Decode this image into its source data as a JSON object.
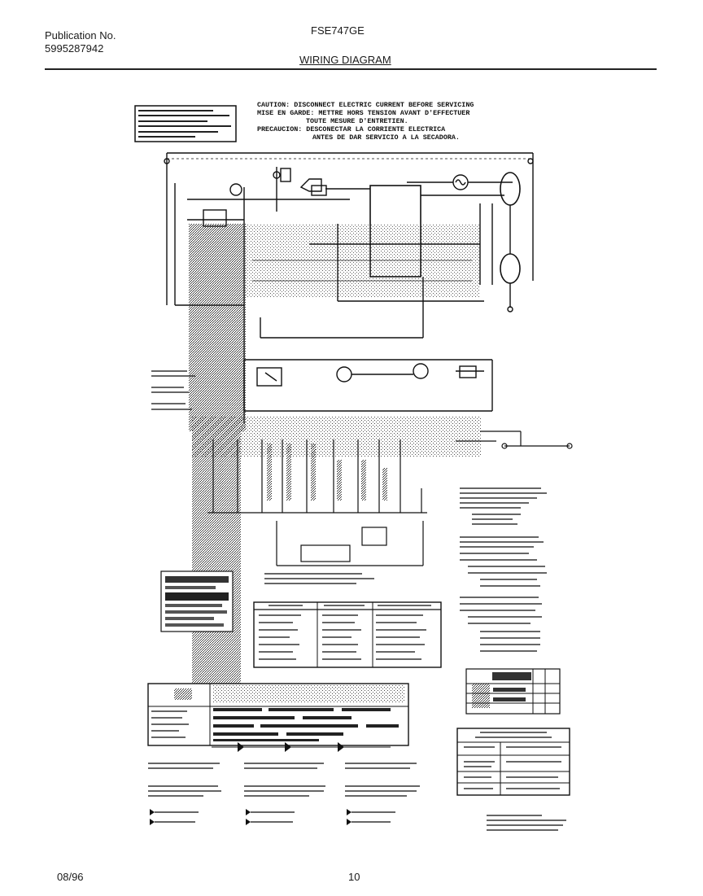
{
  "header": {
    "publication_label": "Publication No.",
    "publication_number": "5995287942",
    "model": "FSE747GE",
    "title": "WIRING DIAGRAM"
  },
  "caution": {
    "line1": "CAUTION: DISCONNECT ELECTRIC CURRENT BEFORE SERVICING",
    "line2": "MISE EN GARDE: METTRE HORS TENSION AVANT D'EFFECTUER",
    "line3": "TOUTE MESURE D'ENTRETIEN.",
    "line4": "PRECAUCION: DESCONECTAR LA CORRIENTE ELECTRICA",
    "line5": "ANTES DE DAR SERVICIO A LA SECADORA."
  },
  "footer": {
    "date": "08/96",
    "page": "10"
  },
  "colors": {
    "ink": "#111111",
    "halftone": "#555555",
    "paper": "#ffffff"
  }
}
